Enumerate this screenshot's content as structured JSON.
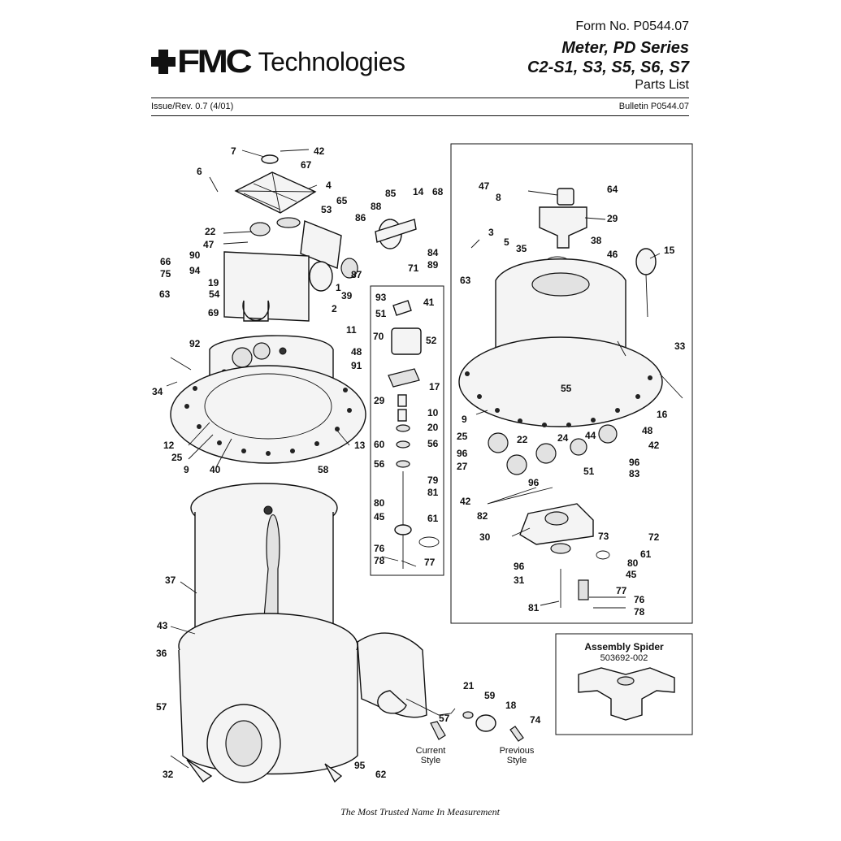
{
  "header": {
    "logo_mark": "FMC",
    "logo_text": "Technologies",
    "form_no": "Form No. P0544.07",
    "title_line1": "Meter, PD Series",
    "title_line2": "C2-S1, S3, S5, S6, S7",
    "title_line3": "Parts List",
    "issue": "Issue/Rev. 0.7 (4/01)",
    "bulletin": "Bulletin P0544.07"
  },
  "footer": {
    "slogan": "The Most Trusted Name In Measurement"
  },
  "diagram": {
    "main_callouts": [
      "7",
      "42",
      "67",
      "6",
      "4",
      "22",
      "47",
      "53",
      "65",
      "88",
      "85",
      "14",
      "68",
      "86",
      "84",
      "89",
      "90",
      "94",
      "66",
      "75",
      "19",
      "54",
      "69",
      "1",
      "87",
      "71",
      "63",
      "39",
      "2",
      "11",
      "92",
      "48",
      "91",
      "34",
      "12",
      "25",
      "9",
      "40",
      "58",
      "13",
      "37",
      "43",
      "36",
      "57",
      "32",
      "95",
      "62",
      "21",
      "59",
      "18",
      "74",
      "57"
    ],
    "inset_callouts": [
      "93",
      "41",
      "51",
      "70",
      "52",
      "17",
      "29",
      "10",
      "20",
      "60",
      "56",
      "56",
      "79",
      "81",
      "80",
      "45",
      "61",
      "76",
      "78",
      "77"
    ],
    "right_callouts": [
      "47",
      "8",
      "64",
      "29",
      "3",
      "5",
      "35",
      "38",
      "46",
      "15",
      "63",
      "55",
      "33",
      "16",
      "9",
      "25",
      "22",
      "24",
      "44",
      "48",
      "96",
      "42",
      "27",
      "51",
      "96",
      "83",
      "96",
      "42",
      "82",
      "30",
      "73",
      "72",
      "61",
      "96",
      "80",
      "31",
      "45",
      "77",
      "81",
      "76",
      "78"
    ],
    "assembly_spider": {
      "title": "Assembly Spider",
      "part_no": "503692-002"
    },
    "current_style": "Current Style",
    "previous_style": "Previous Style"
  }
}
